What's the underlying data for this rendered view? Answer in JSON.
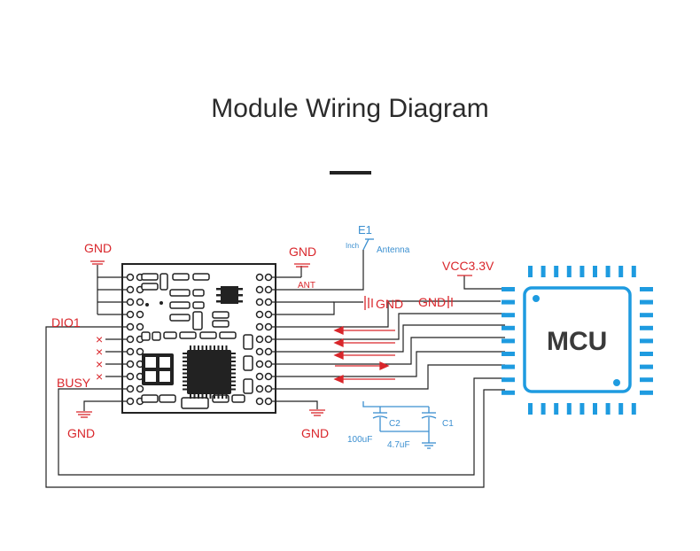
{
  "title": "Module Wiring Diagram",
  "labels": {
    "gnd_top_left": "GND",
    "dio1": "DIO1",
    "busy": "BUSY",
    "gnd_bottom_left": "GND",
    "gnd_top_right": "GND",
    "ant": "ANT",
    "e1": "E1",
    "inch": "Inch",
    "antenna": "Antenna",
    "gnd_mid": "GND",
    "gnd_mcu": "GND",
    "vcc": "VCC3.3V",
    "gnd_bottom_right": "GND",
    "c2": "C2",
    "c1": "C1",
    "c2_value": "100uF",
    "c1_value": "4.7uF",
    "mcu": "MCU",
    "nc_marker": "×"
  },
  "colors": {
    "wire": "#222222",
    "power": "#d9262b",
    "mcu": "#1e9be0",
    "cap": "#3b8fd0"
  }
}
